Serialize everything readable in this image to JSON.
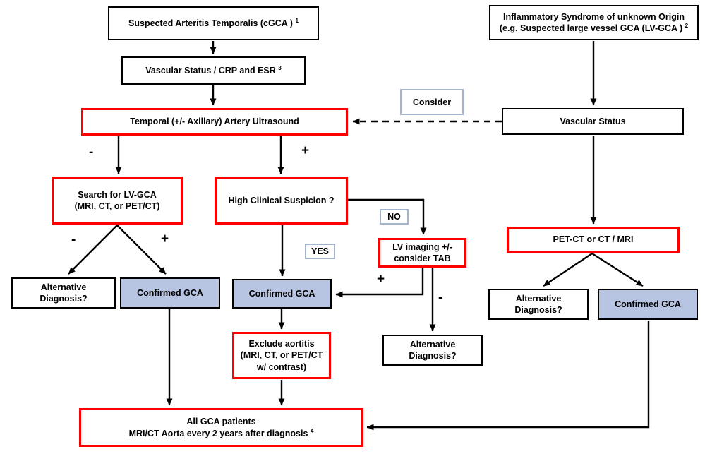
{
  "diagram": {
    "nodes": {
      "suspected_cgca": {
        "text": "Suspected Arteritis Temporalis (cGCA ) ",
        "sup": "1"
      },
      "inflammatory_syndrome": {
        "line1": "Inflammatory Syndrome of unknown Origin",
        "line2": "(e.g. Suspected large vessel GCA (LV-GCA ) ",
        "sup": "2"
      },
      "vascular_status_crp": {
        "text": "Vascular Status / CRP and ESR ",
        "sup": "3"
      },
      "temporal_ultrasound": "Temporal (+/- Axillary) Artery Ultrasound",
      "consider": "Consider",
      "vascular_status": "Vascular Status",
      "search_lv_gca": "Search for LV-GCA\n(MRI, CT, or PET/CT)",
      "high_clinical_suspicion": "High Clinical Suspicion ?",
      "no_tag": "NO",
      "yes_tag": "YES",
      "lv_imaging": "LV imaging  +/-\nconsider TAB",
      "pet_ct": "PET-CT or CT / MRI",
      "alt_diagnosis_left": "Alternative Diagnosis?",
      "confirmed_gca_left": "Confirmed GCA",
      "confirmed_gca_mid": "Confirmed GCA",
      "exclude_aortitis": "Exclude aortitis\n(MRI, CT, or PET/CT\nw/ contrast)",
      "alt_diagnosis_mid": "Alternative Diagnosis?",
      "alt_diagnosis_right": "Alternative\nDiagnosis?",
      "confirmed_gca_right": "Confirmed GCA",
      "all_gca": {
        "line1": "All GCA patients",
        "line2": "MRI/CT Aorta every 2 years after diagnosis ",
        "sup": "4"
      }
    },
    "edge_labels": {
      "plus": "+",
      "minus": "-"
    },
    "colors": {
      "red_border": "#fe0000",
      "black_border": "#000000",
      "confirmed_fill": "#b7c5e2",
      "tag_border": "#a3b4cb",
      "background": "#ffffff"
    }
  }
}
